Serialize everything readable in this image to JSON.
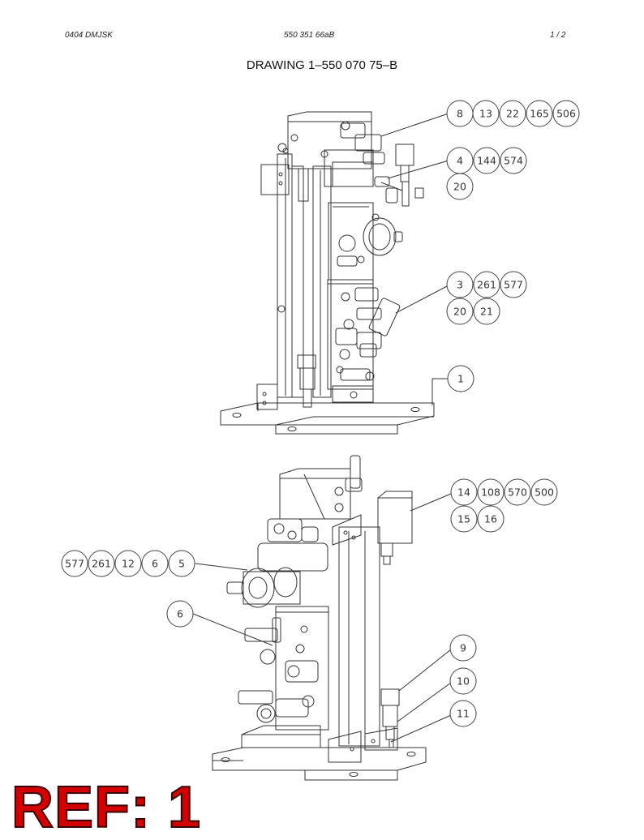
{
  "header": {
    "left": "0404 DMJSK",
    "center": "550 351 66aB",
    "page": "1 /  2"
  },
  "title": "DRAWING 1–550 070 75–B",
  "callouts": {
    "top": {
      "g1": [
        "8",
        "13",
        "22",
        "165",
        "506"
      ],
      "g2a": [
        "4",
        "144",
        "574"
      ],
      "g2b": [
        "20"
      ],
      "g3a": [
        "3",
        "261",
        "577"
      ],
      "g3b": [
        "20",
        "21"
      ],
      "g4": [
        "1"
      ]
    },
    "bottom": {
      "g5a": [
        "14",
        "108",
        "570",
        "500"
      ],
      "g5b": [
        "15",
        "16"
      ],
      "g6": [
        "577",
        "261",
        "12",
        "6",
        "5"
      ],
      "g7": [
        "6"
      ],
      "g8": [
        "9"
      ],
      "g9": [
        "10"
      ],
      "g10": [
        "11"
      ]
    }
  },
  "stamp": "REF: 1",
  "colors": {
    "stamp": "#d40000",
    "line": "#333333"
  }
}
